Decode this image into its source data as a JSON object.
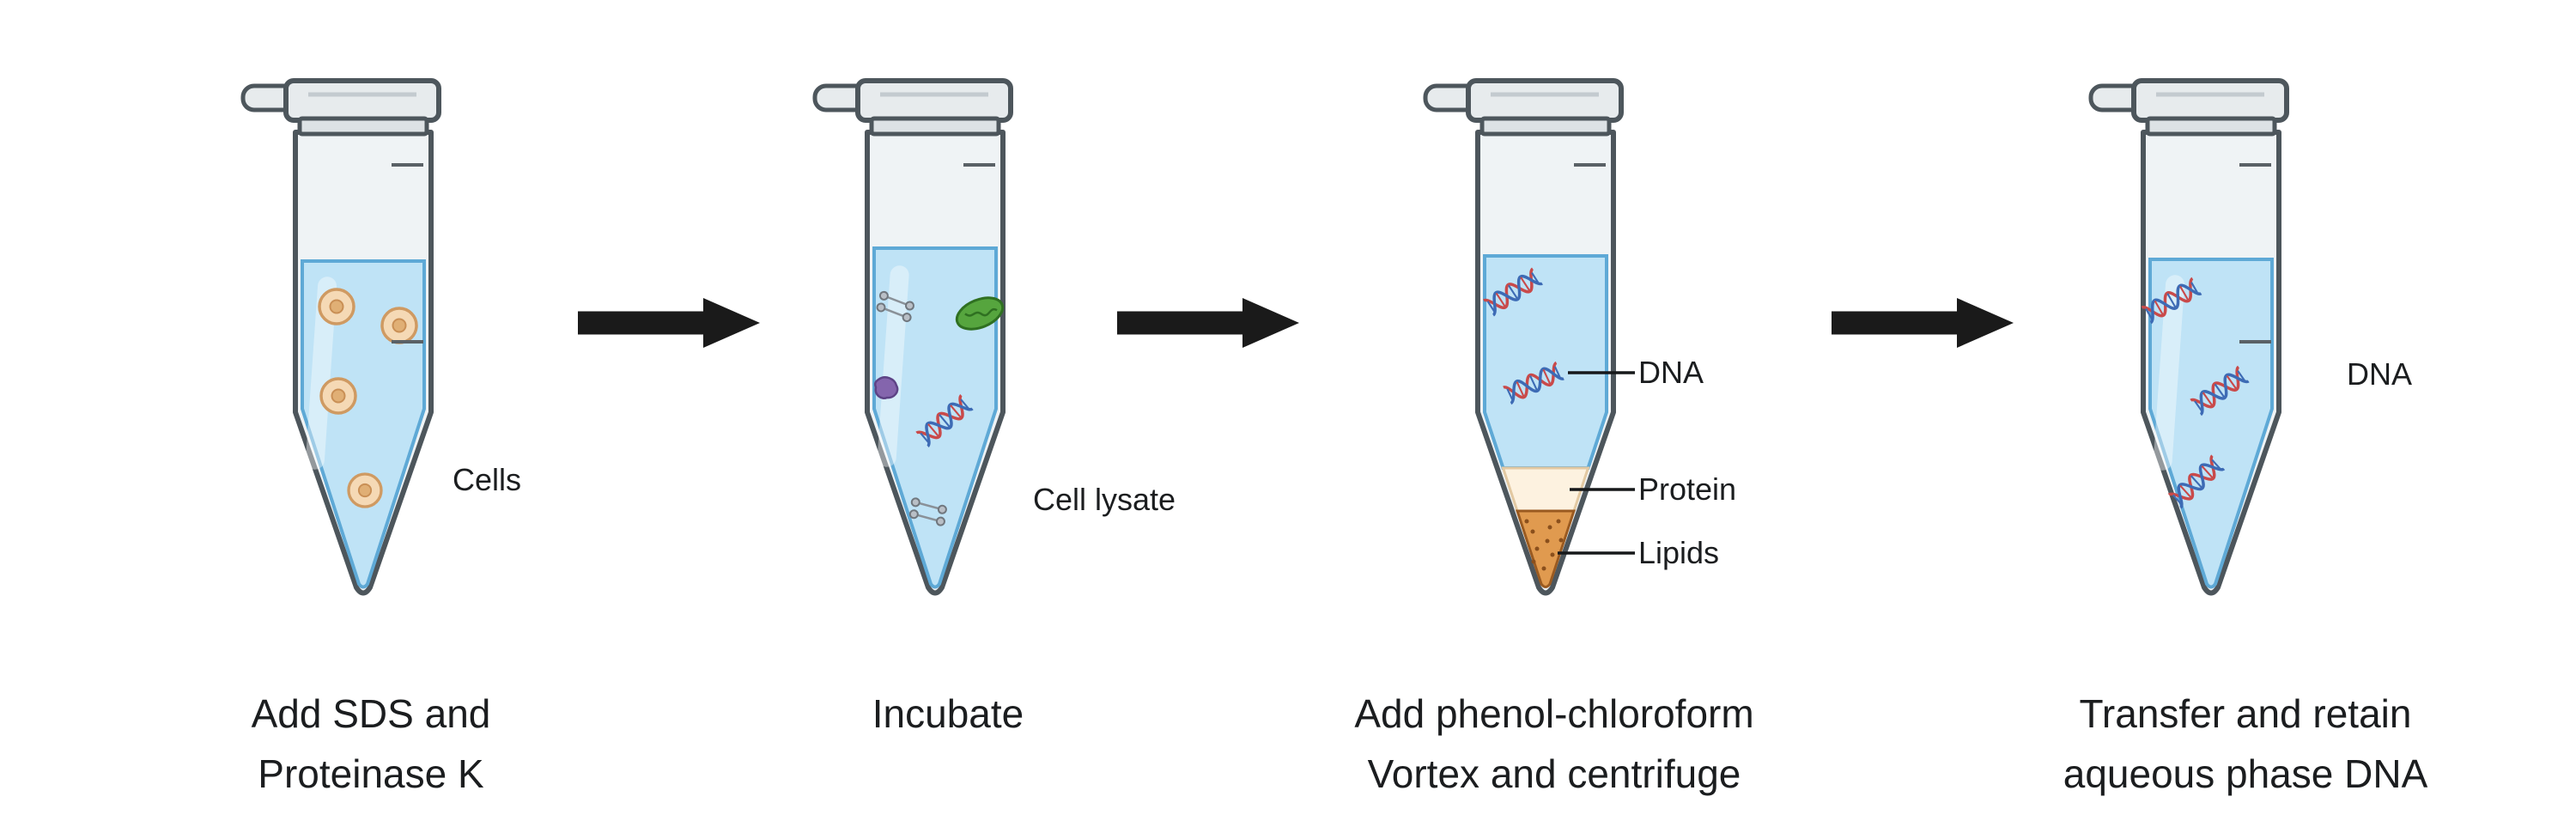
{
  "steps": [
    {
      "caption": [
        "Add SDS and",
        "Proteinase K"
      ],
      "side_label": "Cells",
      "icons": [
        "cell-icon"
      ]
    },
    {
      "caption": [
        "Incubate"
      ],
      "side_label": "Cell lysate",
      "icons": [
        "lipid-fragment-icon",
        "mitochondrion-icon",
        "protein-blob-icon",
        "dna-helix-icon"
      ]
    },
    {
      "caption": [
        "Add phenol-chloroform",
        "Vortex and centrifuge"
      ],
      "layer_labels": [
        "DNA",
        "Protein",
        "Lipids"
      ],
      "icons": [
        "dna-helix-icon"
      ]
    },
    {
      "caption": [
        "Transfer and retain",
        "aqueous phase DNA"
      ],
      "side_label": "DNA",
      "icons": [
        "dna-helix-icon"
      ]
    }
  ],
  "colors": {
    "liquid_blue": "#bfe3f6",
    "liquid_stroke": "#5ea9d6",
    "tube_fill": "#eef2f4",
    "tube_stroke": "#4d565c",
    "protein_layer": "#fdf2e0",
    "lipids_layer": "#e09a4f",
    "dna_red": "#c94a4a",
    "dna_blue": "#3d6bb5",
    "cell_fill": "#f5d9b5",
    "arrow_black": "#1a1a1a",
    "text_dark": "#1b1d1f"
  }
}
